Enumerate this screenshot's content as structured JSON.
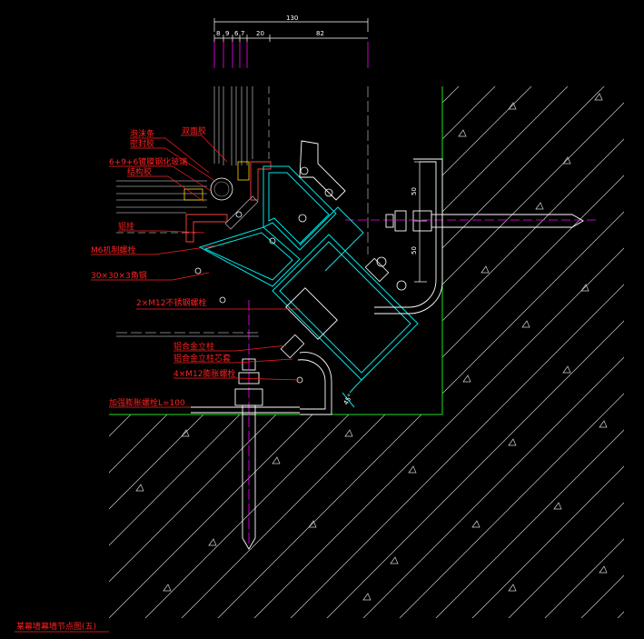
{
  "drawing": {
    "title": "某幕墙幕墙节点图(五)",
    "dimensions": {
      "overall": "130",
      "segments": [
        "8",
        "9",
        "6",
        "7",
        "20",
        "82"
      ],
      "side_upper": "50",
      "side_lower": "50",
      "angle": "45°"
    },
    "callouts": [
      "泡沫条",
      "双面胶",
      "密封胶",
      "6+9+6镀膜钢化玻璃",
      "结构胶",
      "铝挂",
      "M6机制螺栓",
      "30×30×3角钢",
      "2×M12不锈钢螺栓",
      "铝合金立柱",
      "铝合金立柱芯套",
      "4×M12膨胀螺栓",
      "加强膨胀螺栓L=100"
    ]
  },
  "colors": {
    "background": "#000000",
    "callout_red": "#ff2020",
    "dimension_magenta": "#ff00ff",
    "structure_cyan": "#00e5e5",
    "concrete_green": "#22dd22",
    "hatch_white": "#d8d8d8",
    "glass_gray": "#a0a0a0",
    "bolt_yellow": "#ffd400"
  }
}
